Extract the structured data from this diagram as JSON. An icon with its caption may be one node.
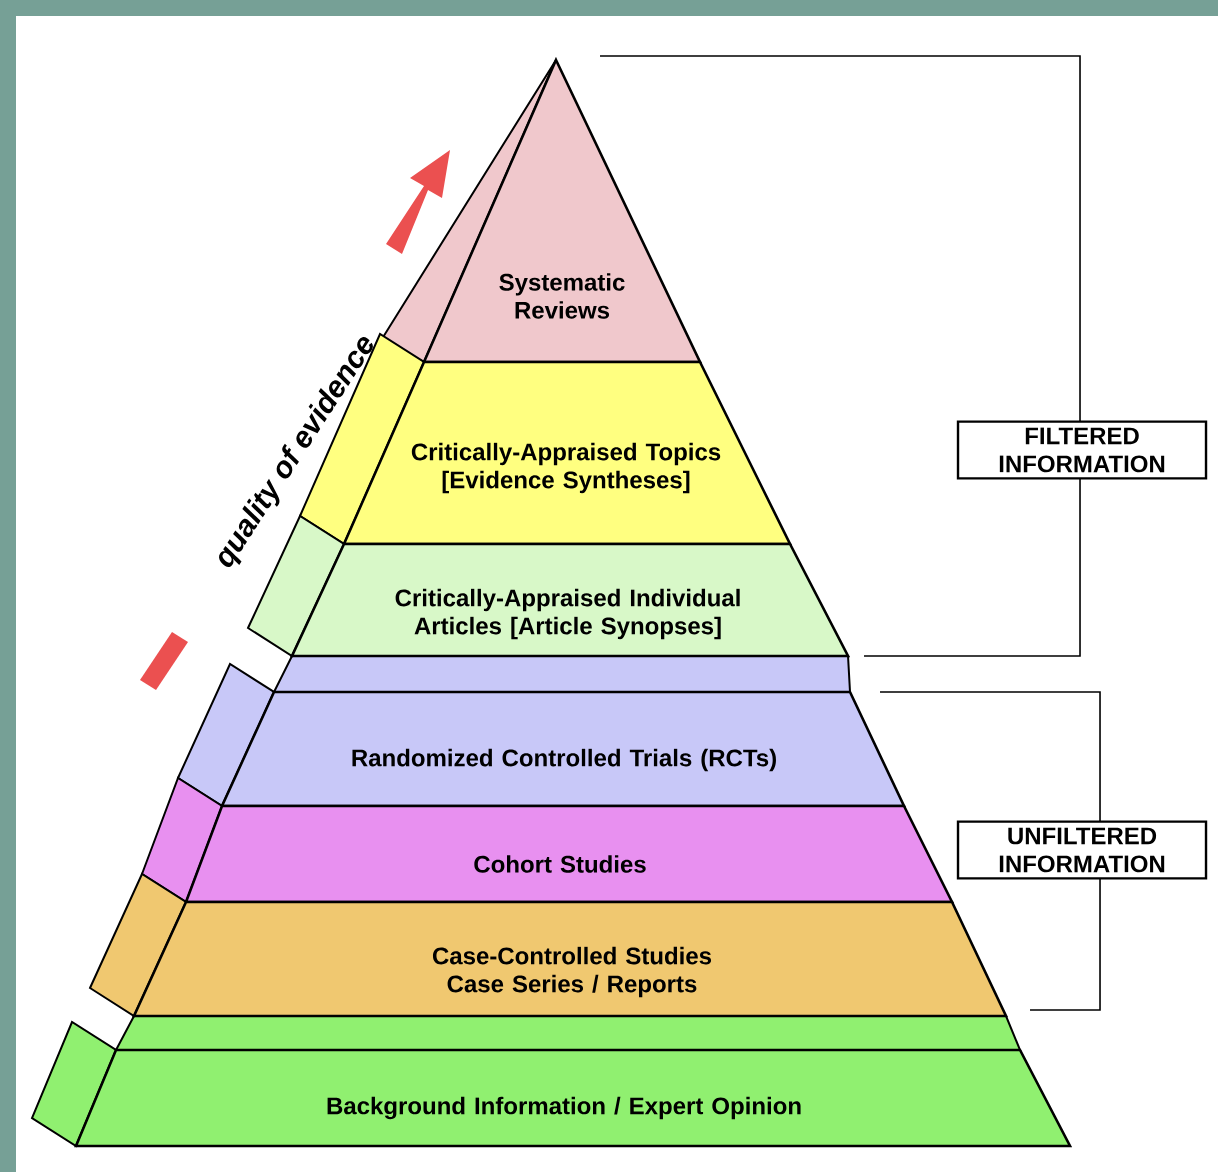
{
  "diagram": {
    "nodes": [
      {
        "text": [
          "Systematic Reviews"
        ]
      },
      {
        "text": [
          "Critically-Appraised Topics [Evidence Syntheses]"
        ]
      },
      {
        "text": [
          "Critically-Appraised Individual Articles [Article Synopses]"
        ]
      },
      {
        "text": [
          "Randomized Controlled Trials (RCTs)"
        ]
      },
      {
        "text": [
          "Cohort Studies"
        ]
      },
      {
        "text": [
          "Case-Controlled Studies Case Series / Reports"
        ]
      },
      {
        "text": [
          "Background Information / Expert Opinion"
        ]
      },
      {
        "text": [
          "FILTERED INFORMATION"
        ]
      },
      {
        "text": [
          "UNFILTERED INFORMATION"
        ]
      }
    ],
    "edges": [],
    "labels": [
      "quality of evidence"
    ]
  }
}
